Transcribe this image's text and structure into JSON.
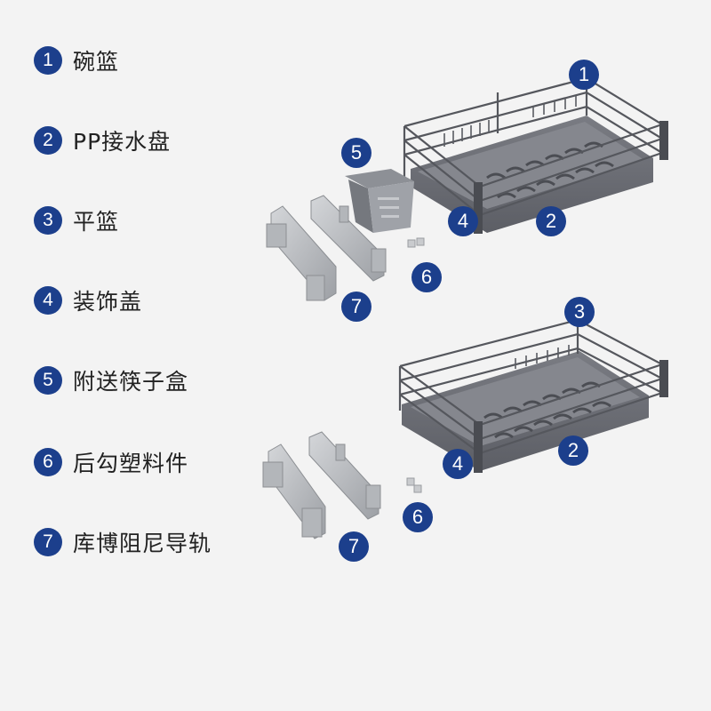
{
  "legend": [
    {
      "number": "1",
      "label": "碗篮"
    },
    {
      "number": "2",
      "label": "PP接水盘"
    },
    {
      "number": "3",
      "label": "平篮"
    },
    {
      "number": "4",
      "label": "装饰盖"
    },
    {
      "number": "5",
      "label": "附送筷子盒"
    },
    {
      "number": "6",
      "label": "后勾塑料件"
    },
    {
      "number": "7",
      "label": "库博阻尼导轨"
    }
  ],
  "callouts": {
    "top_basket": "1",
    "top_tray": "2",
    "top_cover": "4",
    "chopstick_box": "5",
    "top_hook": "6",
    "top_rail": "7",
    "bottom_basket": "3",
    "bottom_tray": "2",
    "bottom_cover": "4",
    "bottom_hook": "6",
    "bottom_rail": "7"
  },
  "colors": {
    "badge": "#1c3f8c",
    "basket_wire": "#5a5c62",
    "tray": "#6e7078",
    "rail": "#b9bcc0",
    "background": "#f3f3f3"
  }
}
